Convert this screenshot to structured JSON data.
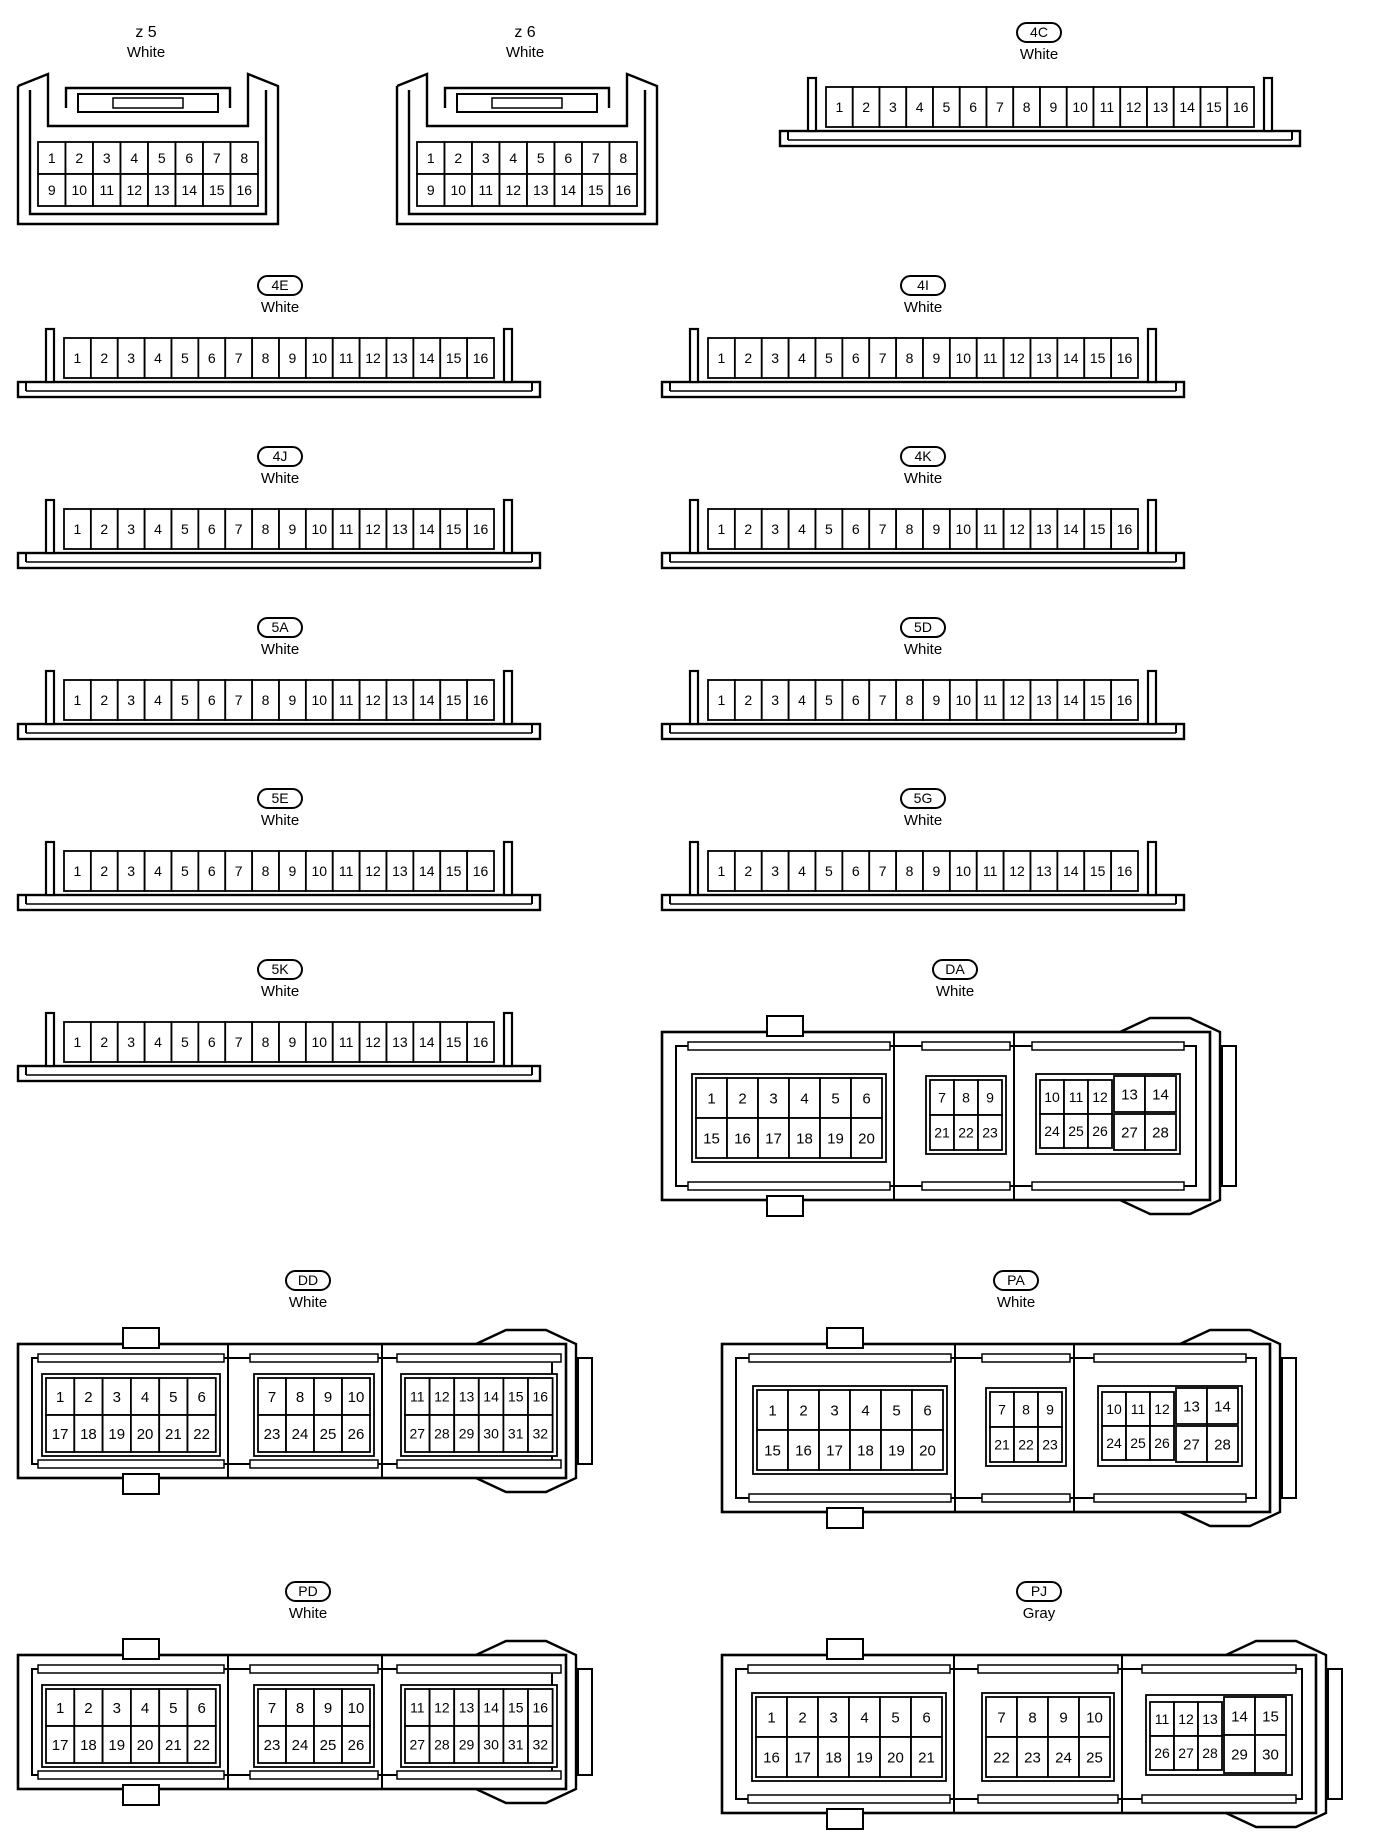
{
  "connectors": [
    {
      "id": "z 5",
      "color": "White",
      "pins": 16
    },
    {
      "id": "z 6",
      "color": "White",
      "pins": 16
    },
    {
      "id": "4C",
      "color": "White",
      "pins": 16
    },
    {
      "id": "4E",
      "color": "White",
      "pins": 16
    },
    {
      "id": "4I",
      "color": "White",
      "pins": 16
    },
    {
      "id": "4J",
      "color": "White",
      "pins": 16
    },
    {
      "id": "4K",
      "color": "White",
      "pins": 16
    },
    {
      "id": "5A",
      "color": "White",
      "pins": 16
    },
    {
      "id": "5D",
      "color": "White",
      "pins": 16
    },
    {
      "id": "5E",
      "color": "White",
      "pins": 16
    },
    {
      "id": "5G",
      "color": "White",
      "pins": 16
    },
    {
      "id": "5K",
      "color": "White",
      "pins": 16
    },
    {
      "id": "DA",
      "color": "White",
      "pins": 28
    },
    {
      "id": "DD",
      "color": "White",
      "pins": 32
    },
    {
      "id": "PA",
      "color": "White",
      "pins": 28
    },
    {
      "id": "PD",
      "color": "White",
      "pins": 32
    },
    {
      "id": "PJ",
      "color": "Gray",
      "pins": 30
    }
  ]
}
